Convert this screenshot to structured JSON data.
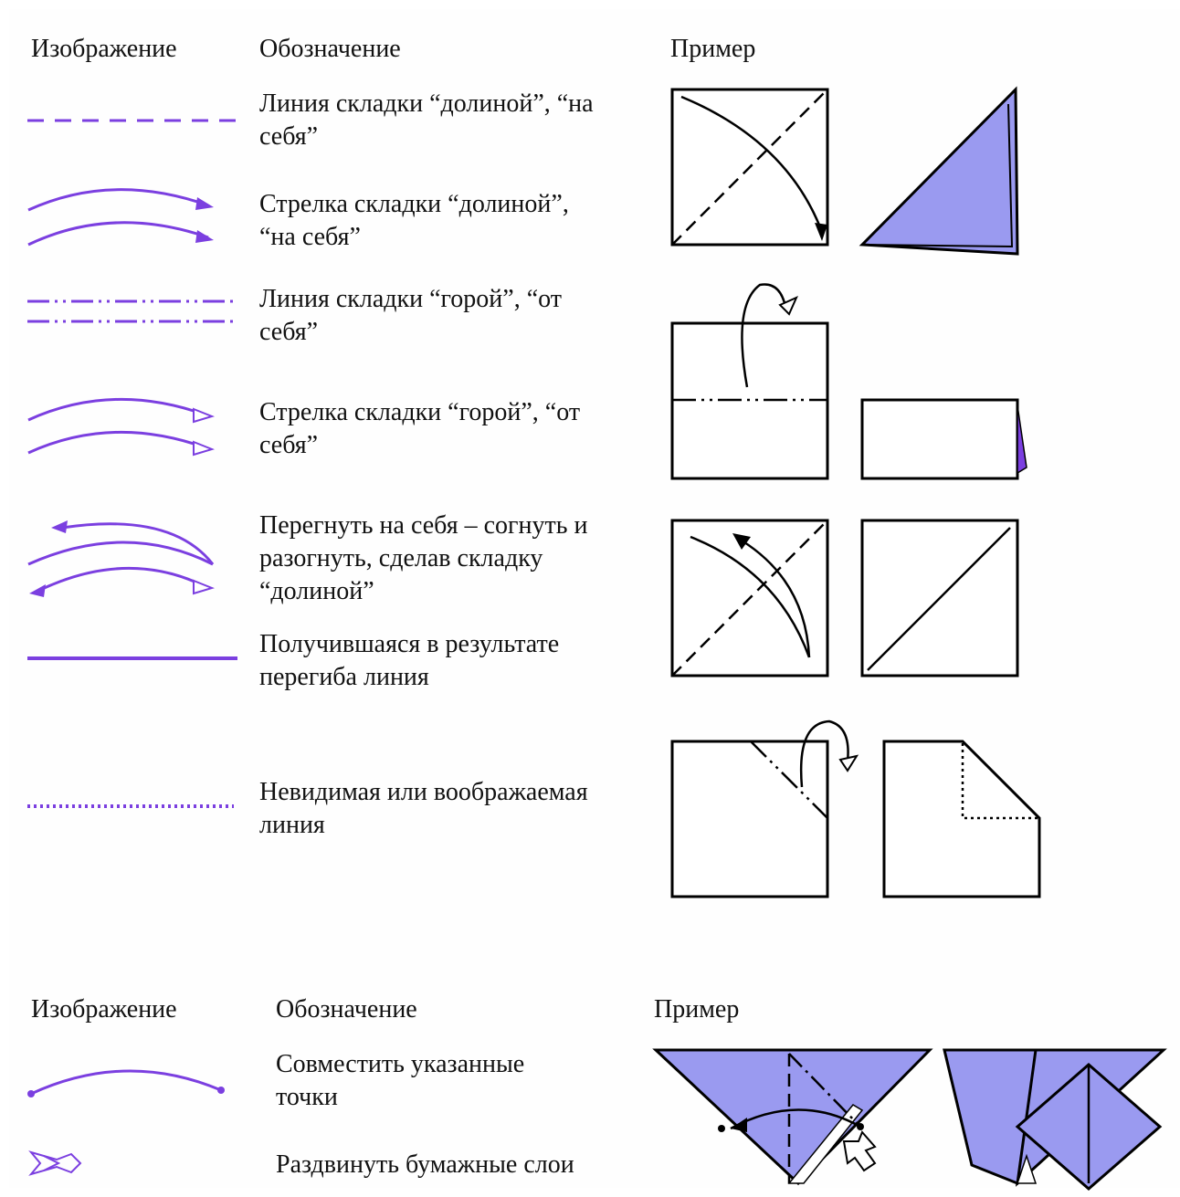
{
  "section1": {
    "headers": {
      "image": "Изображение",
      "meaning": "Обозначение",
      "example": "Пример"
    },
    "rows": [
      {
        "id": "valley-fold-line",
        "icon": "valley-fold-line-icon",
        "text": "Линия складки “долиной”, “на\nсебя”"
      },
      {
        "id": "valley-fold-arrow",
        "icon": "valley-fold-arrow-icon",
        "text": "Стрелка складки “долиной”,\n“на себя”"
      },
      {
        "id": "mountain-fold-line",
        "icon": "mountain-fold-line-icon",
        "text": "Линия складки “горой”, “от\nсебя”"
      },
      {
        "id": "mountain-fold-arrow",
        "icon": "mountain-fold-arrow-icon",
        "text": "Стрелка складки “горой”, “от\nсебя”"
      },
      {
        "id": "fold-unfold",
        "icon": "fold-and-unfold-arrow-icon",
        "text": "Перегнуть на себя – согнуть и\nразогнуть, сделав складку\n“долиной”"
      },
      {
        "id": "crease-line",
        "icon": "crease-line-icon",
        "text": "Получившаяся в результате\nперегиба линия"
      },
      {
        "id": "hidden-line",
        "icon": "hidden-line-icon",
        "text": "Невидимая или воображаемая\nлиния"
      }
    ]
  },
  "section2": {
    "headers": {
      "image": "Изображение",
      "meaning": "Обозначение",
      "example": "Пример"
    },
    "rows": [
      {
        "id": "match-points",
        "icon": "match-points-arrow-icon",
        "text": "Совместить указанные\nточки"
      },
      {
        "id": "spread-layers",
        "icon": "spread-layers-arrow-icon",
        "text": "Раздвинуть бумажные слои"
      }
    ]
  },
  "colors": {
    "symbol": "#7b3fe0",
    "paper_fill": "#9a9af0",
    "line": "#000000",
    "background": "#ffffff"
  }
}
